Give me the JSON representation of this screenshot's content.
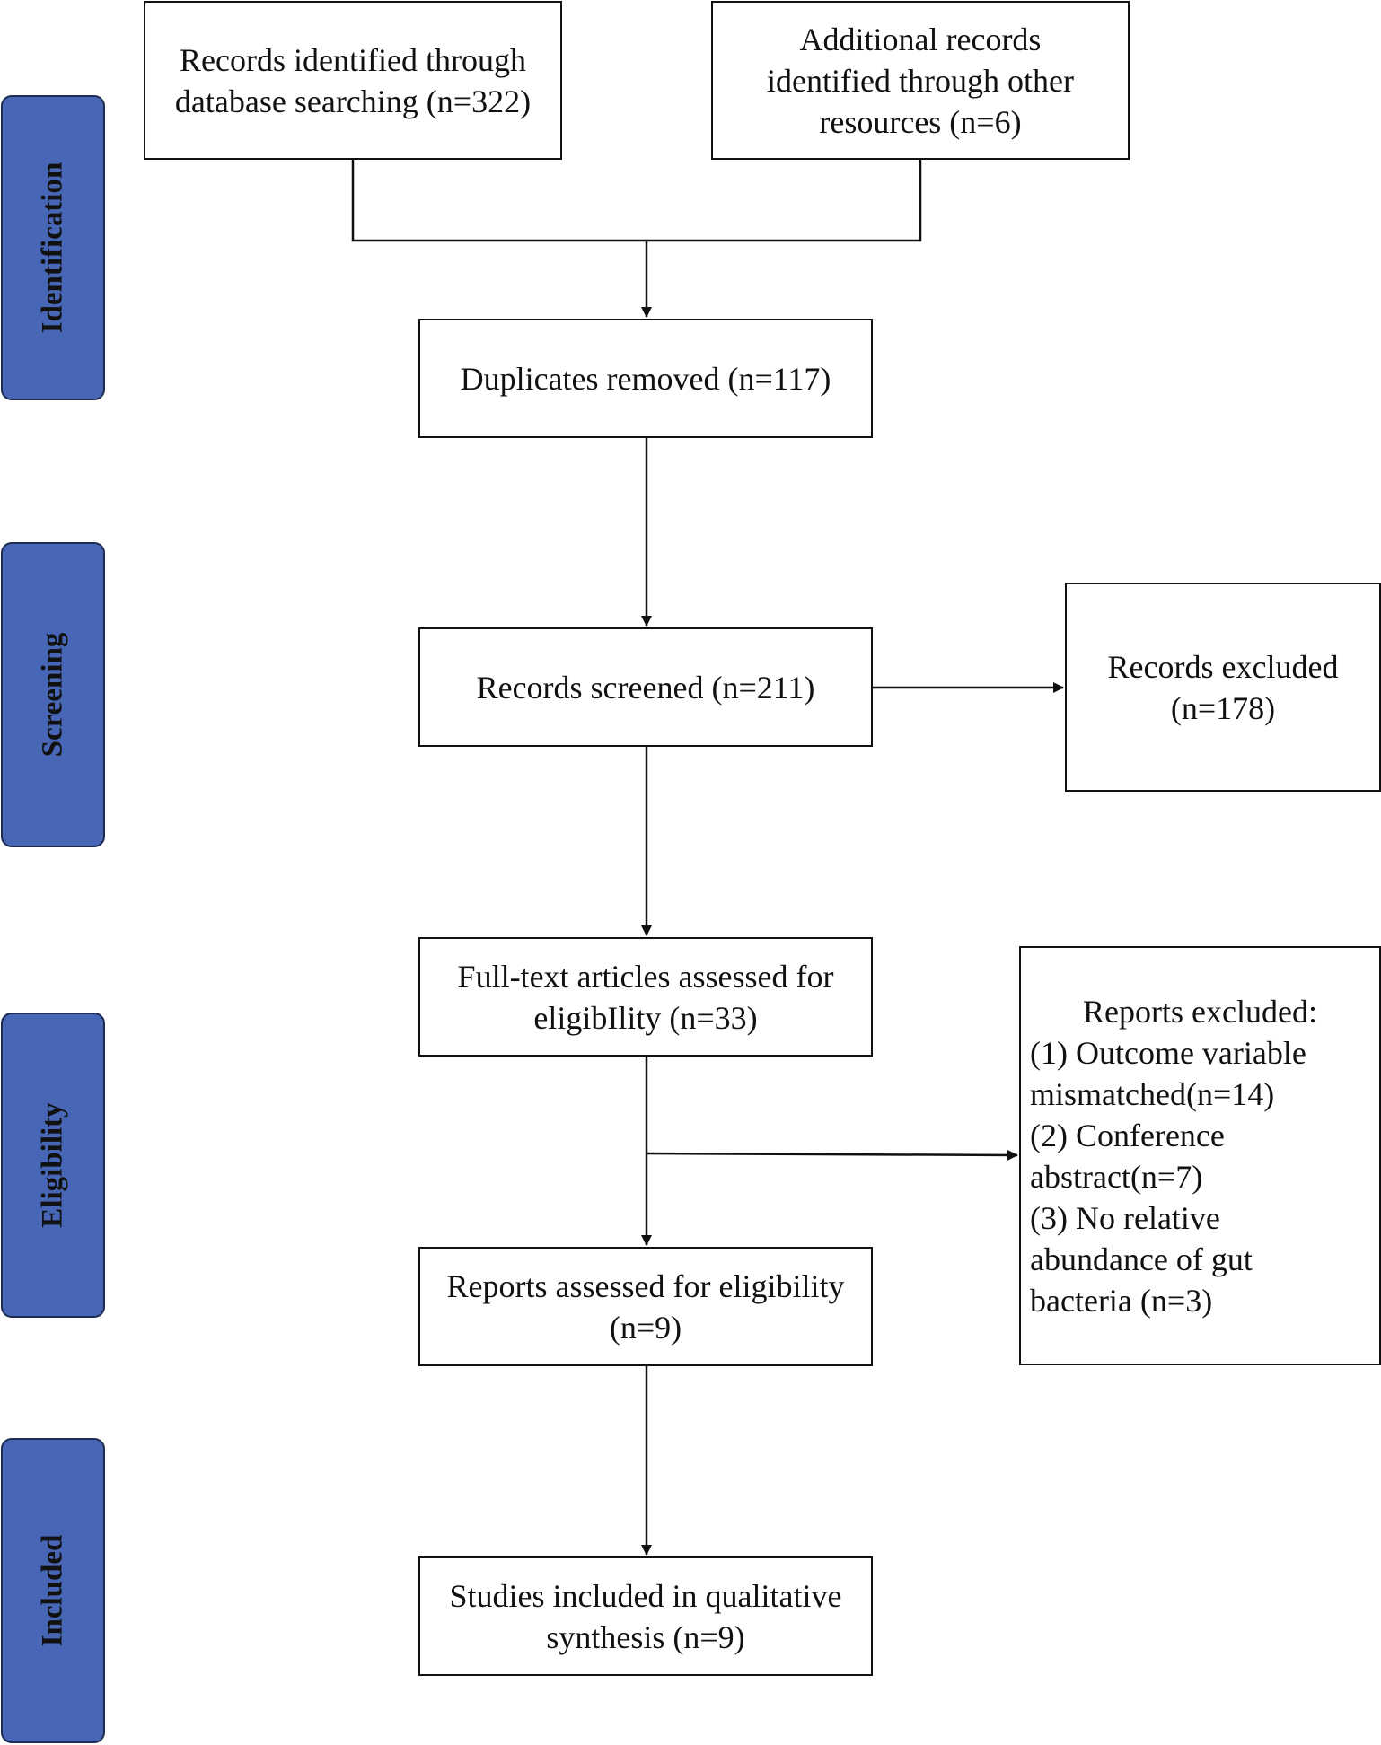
{
  "stages": [
    {
      "id": "identification",
      "label": "Identification"
    },
    {
      "id": "screening",
      "label": "Screening"
    },
    {
      "id": "eligibility",
      "label": "Eligibility"
    },
    {
      "id": "included",
      "label": "Included"
    }
  ],
  "boxes": {
    "database": "Records identified through\ndatabase searching (n=322)",
    "other": "Additional records\nidentified through other\nresources (n=6)",
    "duplicates": "Duplicates removed (n=117)",
    "screened": "Records screened (n=211)",
    "excluded": "Records excluded\n(n=178)",
    "fulltext": "Full-text articles assessed  for\neligibIlity (n=33)",
    "reports_excluded": {
      "heading": "Reports excluded:",
      "lines": "(1) Outcome variable\nmismatched(n=14)\n(2) Conference\nabstract(n=7)\n(3) No relative\nabundance of gut\nbacteria (n=3)"
    },
    "reports_assessed": "Reports assessed for eligibility\n(n=9)",
    "included": "Studies included in qualitative\nsynthesis (n=9)"
  }
}
